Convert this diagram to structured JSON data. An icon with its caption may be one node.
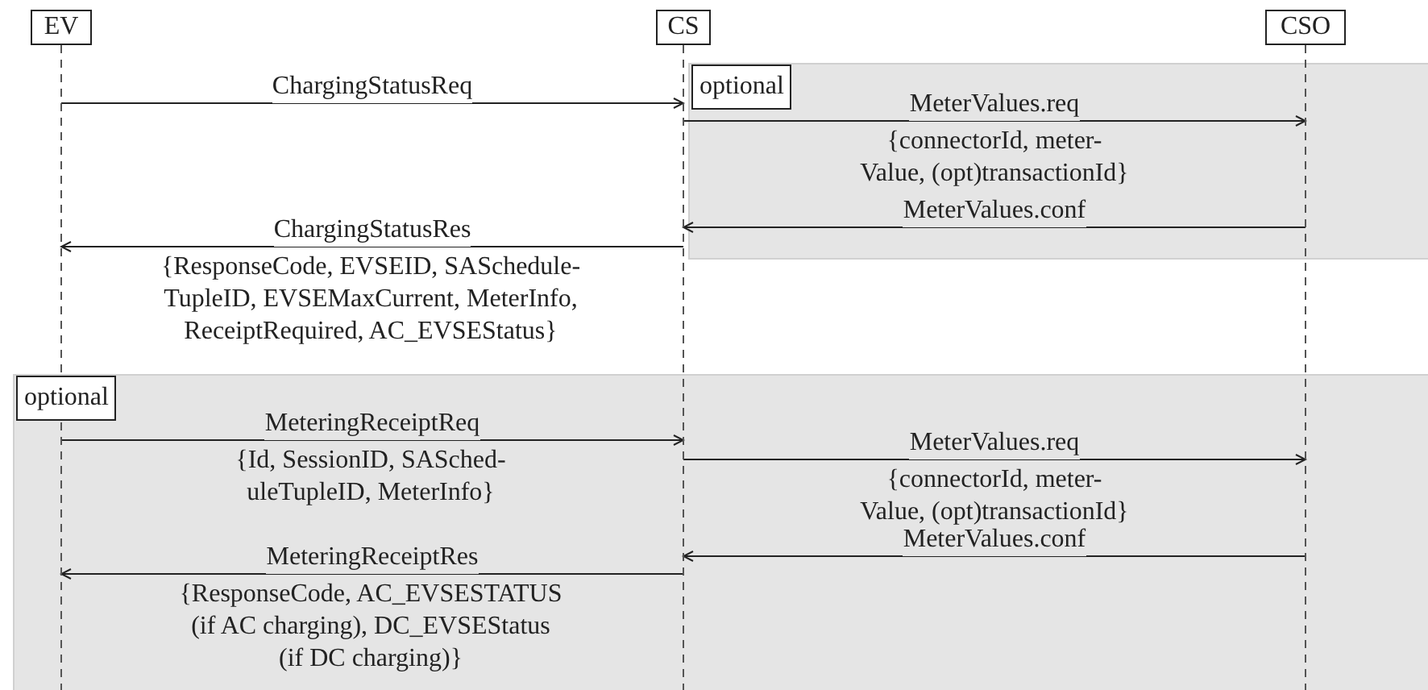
{
  "diagram": {
    "nodes": [
      {
        "text": [
          "EV"
        ]
      },
      {
        "text": [
          "CS"
        ]
      },
      {
        "text": [
          "CSO"
        ]
      },
      {
        "text": [
          "optional"
        ]
      },
      {
        "text": [
          "optional"
        ]
      }
    ],
    "edges": [
      {
        "from": 0,
        "to": 1,
        "arrow": "to",
        "label": "ChargingStatusReq"
      },
      {
        "from": 1,
        "to": 2,
        "arrow": "to",
        "label": "MeterValues.req"
      },
      {
        "from": 2,
        "to": 1,
        "arrow": "to",
        "label": "MeterValues.conf"
      },
      {
        "from": 1,
        "to": 0,
        "arrow": "to",
        "label": "ChargingStatusRes"
      },
      {
        "from": 0,
        "to": 1,
        "arrow": "to",
        "label": "MeteringReceiptReq"
      },
      {
        "from": 1,
        "to": 2,
        "arrow": "to",
        "label": "MeterValues.req"
      },
      {
        "from": 2,
        "to": 1,
        "arrow": "to",
        "label": "MeterValues.conf"
      },
      {
        "from": 1,
        "to": 0,
        "arrow": "to",
        "label": "MeteringReceiptRes"
      }
    ],
    "labels": [
      "{connectorId, meter- Value, (opt)transactionId}",
      "{ResponseCode, EVSEID, SASchedule- TupleID, EVSEMaxCurrent, MeterInfo, ReceiptRequired, AC_EVSEStatus}",
      "{Id, SessionID, SASched- uleTupleID, MeterInfo}",
      "{connectorId, meter- Value, (opt)transactionId}",
      "{ResponseCode, AC_EVSESTATUS (if AC charging), DC_EVSEStatus (if DC charging)}"
    ]
  }
}
